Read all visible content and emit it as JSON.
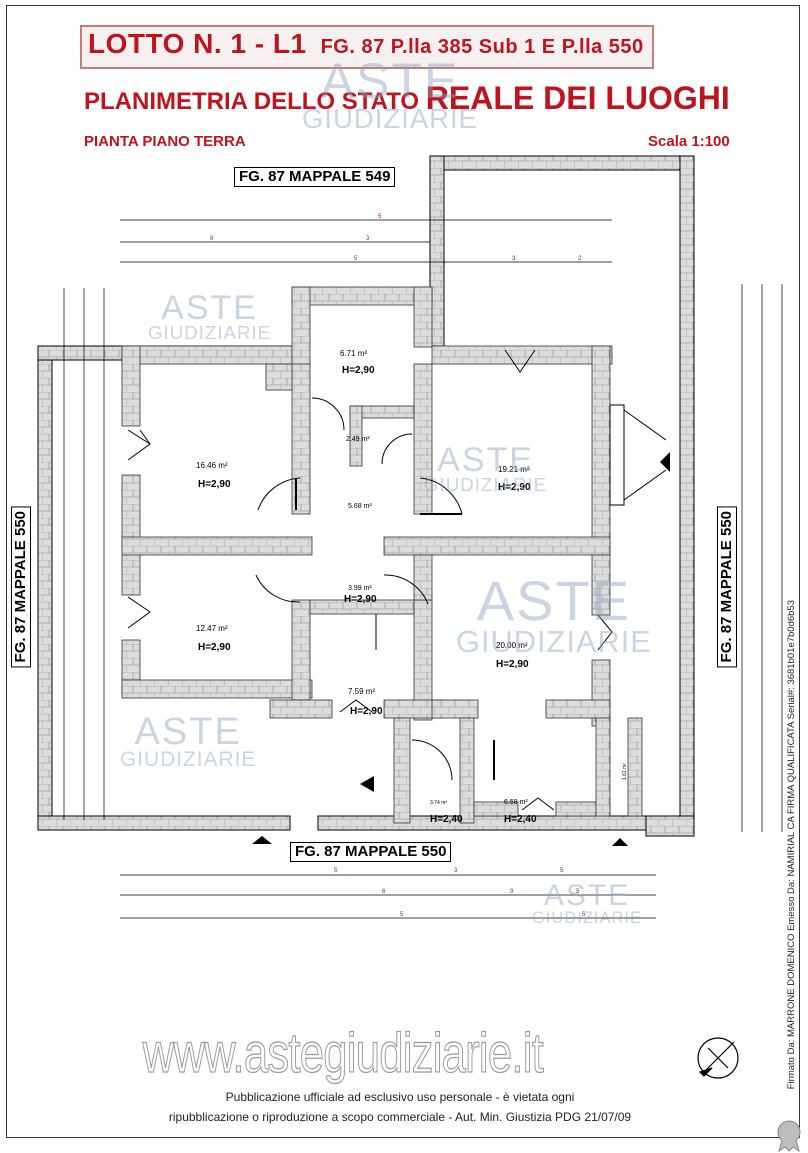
{
  "header": {
    "lotto": "LOTTO N. 1 - L1",
    "lotto_ref": "FG. 87 P.lla 385 Sub 1 E P.lla 550",
    "title_small": "PLANIMETRIA DELLO STATO",
    "title_big": "REALE DEI LUOGHI",
    "subtitle": "PIANTA PIANO TERRA",
    "scale": "Scala 1:100"
  },
  "boundaries": {
    "top": "FG. 87 MAPPALE 549",
    "bottom": "FG. 87 MAPPALE 550",
    "left": "FG. 87 MAPPALE 550",
    "right": "FG. 87 MAPPALE 550"
  },
  "rooms": [
    {
      "area": "6.71 m²",
      "height": "H=2,90"
    },
    {
      "area": "2.49 m²",
      "height": ""
    },
    {
      "area": "16.46 m²",
      "height": "H=2,90"
    },
    {
      "area": "5.68 m²",
      "height": ""
    },
    {
      "area": "19.21 m²",
      "height": "H=2,90"
    },
    {
      "area": "3.99 m²",
      "height": "H=2,90"
    },
    {
      "area": "12.47 m²",
      "height": "H=2,90"
    },
    {
      "area": "20.00 m²",
      "height": "H=2,90"
    },
    {
      "area": "7.59 m²",
      "height": "H=2,90"
    },
    {
      "area": "3.74 m²",
      "height": "H=2,40"
    },
    {
      "area": "6.58 m²",
      "height": "H=2,40"
    },
    {
      "area": "1.61 m²",
      "height": ""
    }
  ],
  "watermark": {
    "line1": "ASTE",
    "line2": "GIUDIZIARIE",
    "website": "www.astegiudiziarie.it"
  },
  "notice": {
    "line1": "Pubblicazione ufficiale ad esclusivo uso personale - è vietata ogni",
    "line2": "ripubblicazione o riproduzione a scopo commerciale - Aut. Min. Giustizia PDG 21/07/09"
  },
  "signature": "Firmato Da: MARRONE DOMENICO Emesso Da: NAMIRIAL CA FIRMA QUALIFICATA Serial#: 3681b01e7b0d6b53",
  "colors": {
    "title_red": "#c0141c",
    "wall_gray": "#d9d9d9",
    "watermark_blue": "#8ca0be"
  }
}
